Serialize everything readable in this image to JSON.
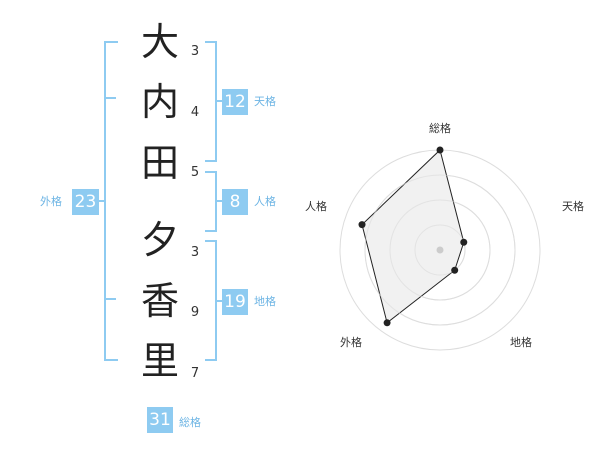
{
  "name": {
    "characters": [
      "大",
      "内",
      "田",
      "夕",
      "香",
      "里"
    ],
    "strokes": [
      "3",
      "4",
      "5",
      "3",
      "9",
      "7"
    ]
  },
  "fortunes": {
    "tenkaku": {
      "value": "12",
      "label": "天格"
    },
    "jinkaku": {
      "value": "8",
      "label": "人格"
    },
    "chikaku": {
      "value": "19",
      "label": "地格"
    },
    "gaikaku": {
      "value": "23",
      "label": "外格"
    },
    "soukaku": {
      "value": "31",
      "label": "総格"
    }
  },
  "chart_data": {
    "type": "radar",
    "axes": [
      "総格",
      "天格",
      "地格",
      "外格",
      "人格"
    ],
    "values": [
      1.0,
      0.25,
      0.25,
      0.9,
      0.82
    ],
    "rings": 4,
    "colors": {
      "fill": "#efefef",
      "line": "#222222",
      "grid": "#dddddd",
      "center": "#cccccc"
    }
  },
  "colors": {
    "accent": "#8ecbf1",
    "accent_text": "#6cb4e4"
  }
}
